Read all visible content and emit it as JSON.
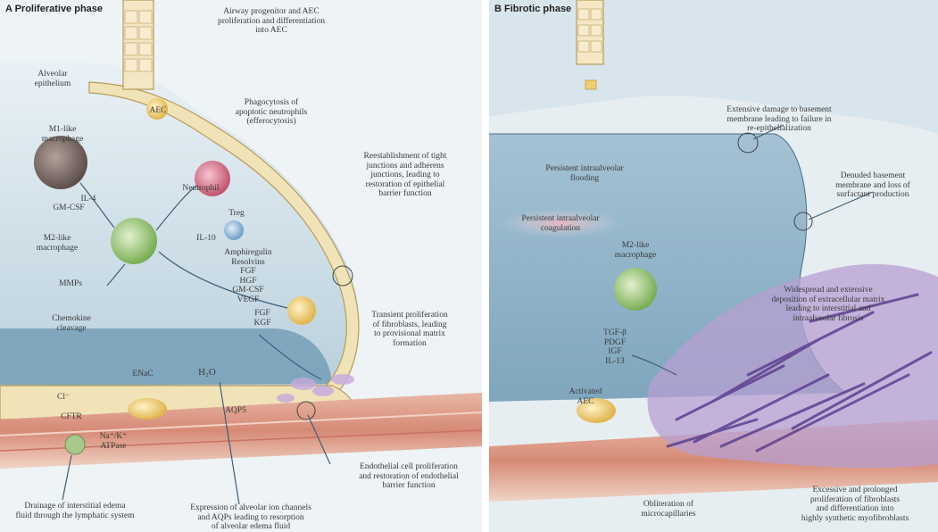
{
  "panel_a": {
    "title": "A   Proliferative phase",
    "labels": {
      "alveolar_epithelium": "Alveolar\nepithelium",
      "airway_progenitor": "Airway progenitor and AEC\nproliferation and differentiation\ninto AEC",
      "aec2": "AEC",
      "phagocytosis": "Phagocytosis of\napoptotic neutrophils\n(efferocytosis)",
      "m1_macrophage": "M1-like\nmacrophage",
      "neutrophil": "Neutrophil",
      "il4": "IL-4",
      "gm_csf": "GM-CSF",
      "m2_macrophage": "M2-like\nmacrophage",
      "treg": "Treg",
      "il10": "IL-10",
      "cytokines": "Amphiregulin\nResolvins\nFGF\nHGF\nGM-CSF\nVEGF",
      "mmps": "MMPs",
      "chemokine_cleavage": "Chemokine\ncleavage",
      "reestablishment": "Reestablishment of tight\njunctions and adherens\njunctions, leading to\nrestoration of epithelial\nbarrier function",
      "fgf_kgf": "FGF\nKGF",
      "transient_proliferation": "Transient proliferation\nof fibroblasts, leading\nto provisional matrix\nformation",
      "enac": "ENaC",
      "h2o": "H₂O",
      "cl": "Cl⁻",
      "cftr": "CFTR",
      "na_k_atpase": "Na⁺/K⁺\nATPase",
      "aqp5": "AQP5",
      "endothelial_proliferation": "Endothelial cell proliferation\nand restoration of endothelial\nbarrier function",
      "drainage": "Drainage of interstitial edema\nfluid through the lymphatic system",
      "expression": "Expression of alveolar ion channels\nand AQPs leading to resorption\nof alveolar edema fluid"
    }
  },
  "panel_b": {
    "title": "B   Fibrotic phase",
    "labels": {
      "extensive_damage": "Extensive damage to basement\nmembrane leading to failure in\nre-epithelialization",
      "persistent_edema": "Persistent intraalveolar\nflooding",
      "denuded_membrane": "Denuded basement\nmembrane and loss of\nsurfactant production",
      "coagulation": "Persistent intraalveolar\ncoagulation",
      "m2_macrophage": "M2-like\nmacrophage",
      "deposition": "Widespread and extensive\ndeposition of extracellular matrix\nleading to interstitial and\nintraalveolar fibrosis",
      "tgf": "TGF-β\nPDGF\nIGF\nIL-13",
      "activated_aec": "Activated\nAEC",
      "fibroblasts": "Excessive and prolonged\nproliferation of fibroblasts\nand differentiation into\nhighly synthetic myofibroblasts",
      "obliteration": "Obliteration of\nmicrocapillaries"
    }
  },
  "colors": {
    "alveolar_space": "#c9dbe4",
    "edema_fluid": "#6f9bb4",
    "epithelium": "#f1e3b8",
    "vessel": "#d98c7a",
    "fibrosis": "#8a6bb3",
    "m2_cell": "#9cc67a",
    "m1_cell": "#7a6a66",
    "neutrophil": "#d57a8f",
    "treg": "#8fb7d8",
    "aec2": "#f0cf6e"
  }
}
